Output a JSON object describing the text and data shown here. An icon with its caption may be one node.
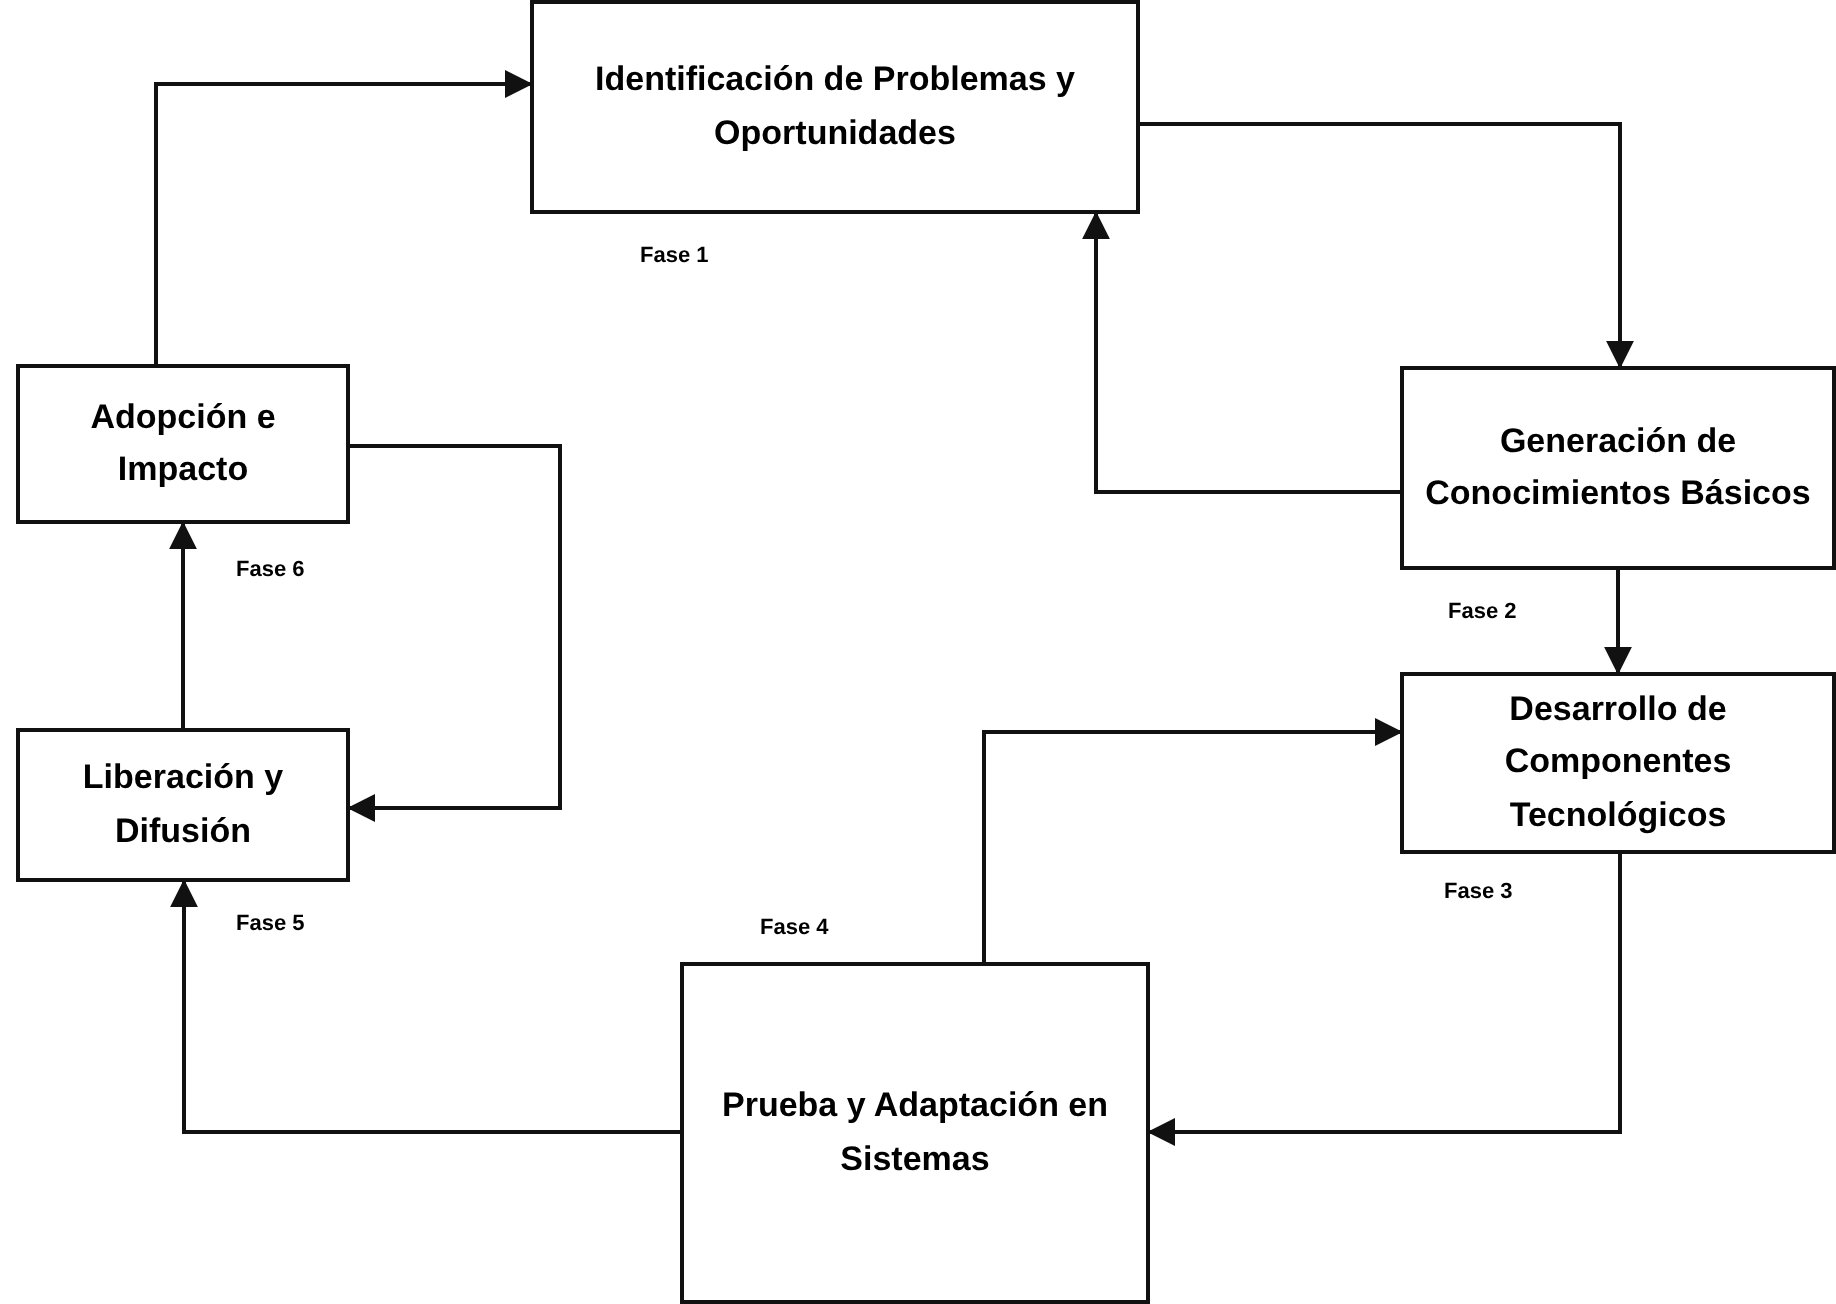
{
  "diagram": {
    "nodes": [
      {
        "text": [
          "Identificación de Problemas y Oportunidades"
        ],
        "beside": [
          "Fase 1"
        ]
      },
      {
        "text": [
          "Generación de Conocimientos Básicos"
        ],
        "beside": [
          "Fase 2"
        ]
      },
      {
        "text": [
          "Desarrollo de Componentes Tecnológicos"
        ],
        "beside": [
          "Fase 3"
        ]
      },
      {
        "text": [
          "Prueba y Adaptación en Sistemas"
        ],
        "beside": [
          "Fase 4"
        ]
      },
      {
        "text": [
          "Liberación y Difusión"
        ],
        "beside": [
          "Fase 5"
        ]
      },
      {
        "text": [
          "Adopción e Impacto"
        ],
        "beside": [
          "Fase 6"
        ]
      }
    ],
    "edges": [
      {
        "from": 0,
        "to": 1,
        "arrow": "to"
      },
      {
        "from": 1,
        "to": 0,
        "arrow": "to"
      },
      {
        "from": 1,
        "to": 2,
        "arrow": "to"
      },
      {
        "from": 2,
        "to": 3,
        "arrow": "to"
      },
      {
        "from": 3,
        "to": 2,
        "arrow": "to"
      },
      {
        "from": 3,
        "to": 4,
        "arrow": "to"
      },
      {
        "from": 4,
        "to": 5,
        "arrow": "to"
      },
      {
        "from": 5,
        "to": 4,
        "arrow": "to"
      },
      {
        "from": 5,
        "to": 0,
        "arrow": "to"
      }
    ]
  }
}
